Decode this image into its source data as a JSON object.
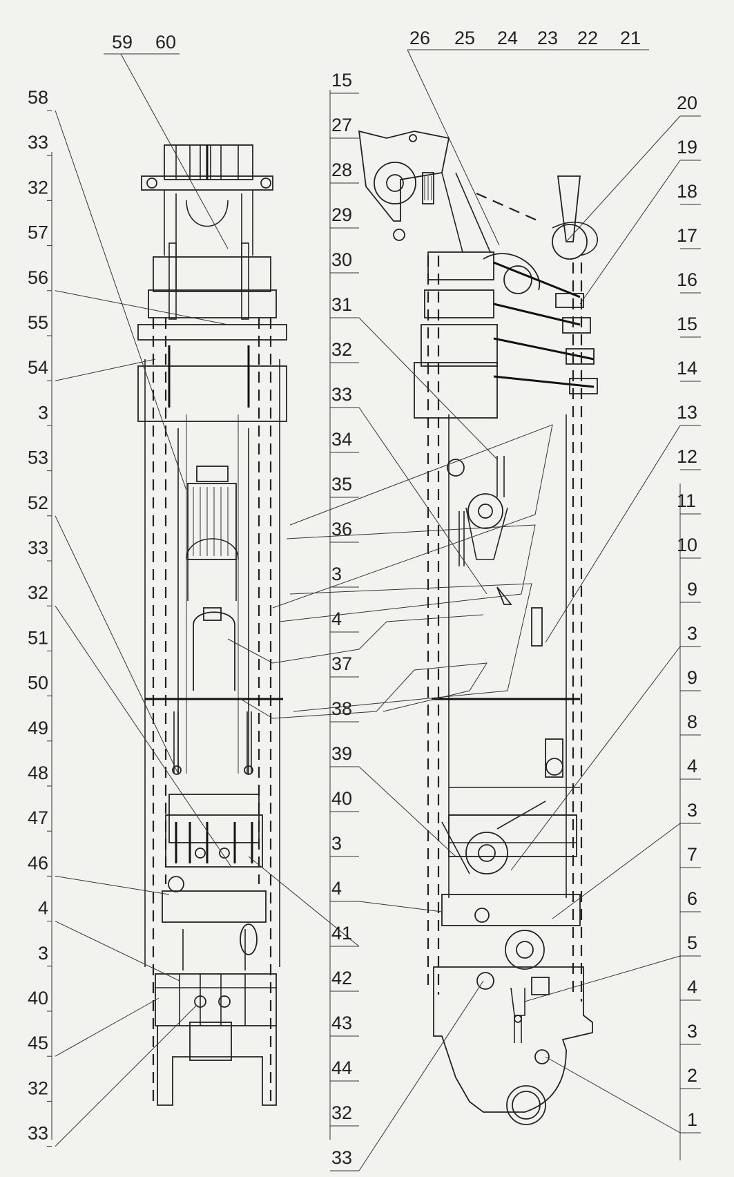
{
  "callouts": {
    "top_left": [
      "59",
      "60"
    ],
    "top_right": [
      "26",
      "25",
      "24",
      "23",
      "22",
      "21"
    ],
    "left_column": [
      "58",
      "33",
      "32",
      "57",
      "56",
      "55",
      "54",
      "3",
      "53",
      "52",
      "33",
      "32",
      "51",
      "50",
      "49",
      "48",
      "47",
      "46",
      "4",
      "3",
      "40",
      "45",
      "32",
      "33"
    ],
    "middle_column": [
      "15",
      "27",
      "28",
      "29",
      "30",
      "31",
      "32",
      "33",
      "34",
      "35",
      "36",
      "3",
      "4",
      "37",
      "38",
      "39",
      "40",
      "3",
      "4",
      "41",
      "42",
      "43",
      "44",
      "32",
      "33"
    ],
    "right_column": [
      "20",
      "19",
      "18",
      "17",
      "16",
      "15",
      "14",
      "13",
      "12",
      "11",
      "10",
      "9",
      "3",
      "9",
      "8",
      "4",
      "3",
      "7",
      "6",
      "5",
      "4",
      "3",
      "2",
      "1"
    ]
  }
}
